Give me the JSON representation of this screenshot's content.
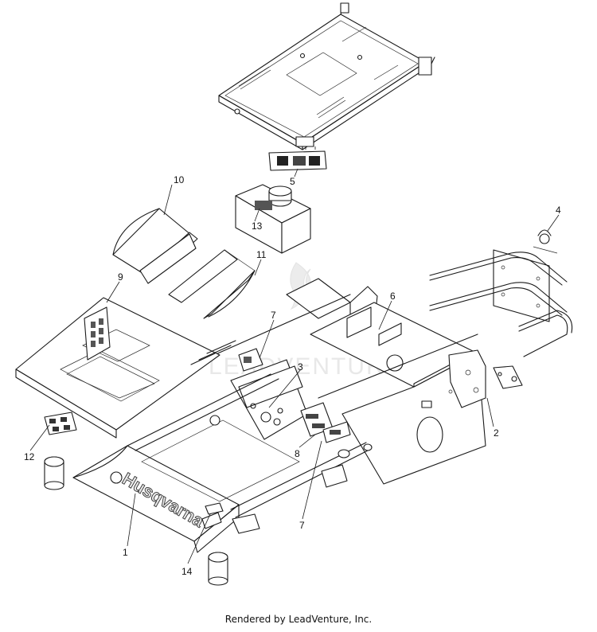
{
  "callouts": [
    "1",
    "2",
    "3",
    "4",
    "5",
    "6",
    "7",
    "7",
    "8",
    "9",
    "10",
    "11",
    "12",
    "13",
    "14"
  ],
  "watermark": "LEADVENTURE",
  "brand_text": "Husqvarna",
  "footer": "Rendered by LeadVenture, Inc."
}
